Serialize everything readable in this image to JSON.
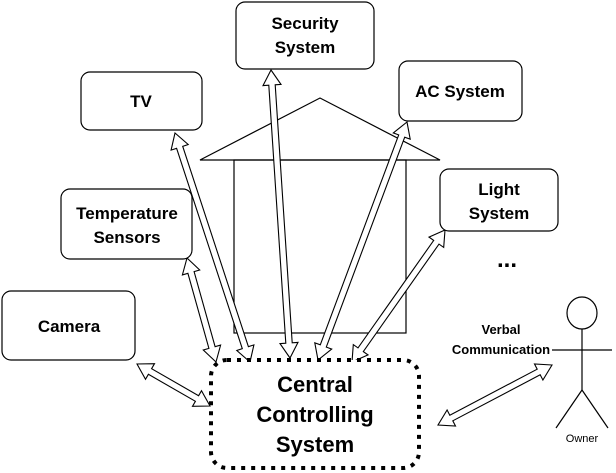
{
  "nodes": {
    "security": {
      "line1": "Security",
      "line2": "System"
    },
    "tv": {
      "label": "TV"
    },
    "ac": {
      "label": "AC System"
    },
    "light": {
      "line1": "Light",
      "line2": "System"
    },
    "temperature": {
      "line1": "Temperature",
      "line2": "Sensors"
    },
    "camera": {
      "label": "Camera"
    },
    "central": {
      "line1": "Central",
      "line2": "Controlling",
      "line3": "System"
    },
    "owner": {
      "label": "Owner"
    }
  },
  "ellipsis": "...",
  "verbal": {
    "line1": "Verbal",
    "line2": "Communication"
  }
}
